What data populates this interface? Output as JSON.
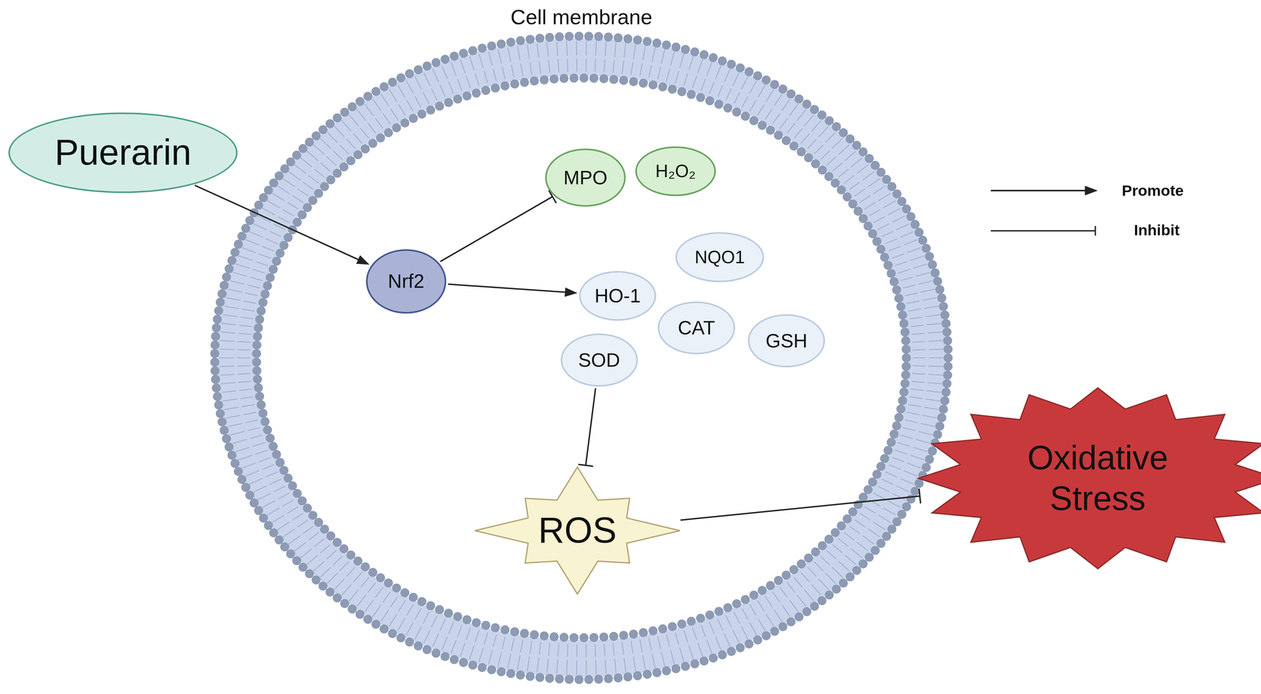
{
  "diagram": {
    "nodes": [
      {
        "text": [
          "Cell membrane"
        ]
      },
      {
        "text": [
          "Puerarin"
        ]
      },
      {
        "text": [
          "MPO"
        ],
        "in": 0
      },
      {
        "text": [
          "H₂O₂"
        ],
        "in": 0
      },
      {
        "text": [
          "NQO1"
        ],
        "in": 0
      },
      {
        "text": [
          "Nrf2"
        ],
        "in": 0
      },
      {
        "text": [
          "HO-1"
        ],
        "in": 0
      },
      {
        "text": [
          "CAT"
        ],
        "in": 0
      },
      {
        "text": [
          "GSH"
        ],
        "in": 0
      },
      {
        "text": [
          "SOD"
        ],
        "in": 0
      },
      {
        "text": [
          "Oxidative Stress"
        ]
      },
      {
        "text": [
          "ROS"
        ],
        "in": 0
      }
    ],
    "edges": [
      {
        "from": 1,
        "to": 5,
        "arrow": "to"
      },
      {
        "from": 5,
        "to": 2,
        "arrow": "to"
      },
      {
        "from": 5,
        "to": 6,
        "arrow": "to"
      },
      {
        "from": 9,
        "to": 11,
        "arrow": "to"
      },
      {
        "from": 11,
        "to": 10,
        "arrow": "to"
      }
    ],
    "legend": [
      {
        "text": "Promote"
      },
      {
        "text": "Inhibit"
      }
    ]
  }
}
